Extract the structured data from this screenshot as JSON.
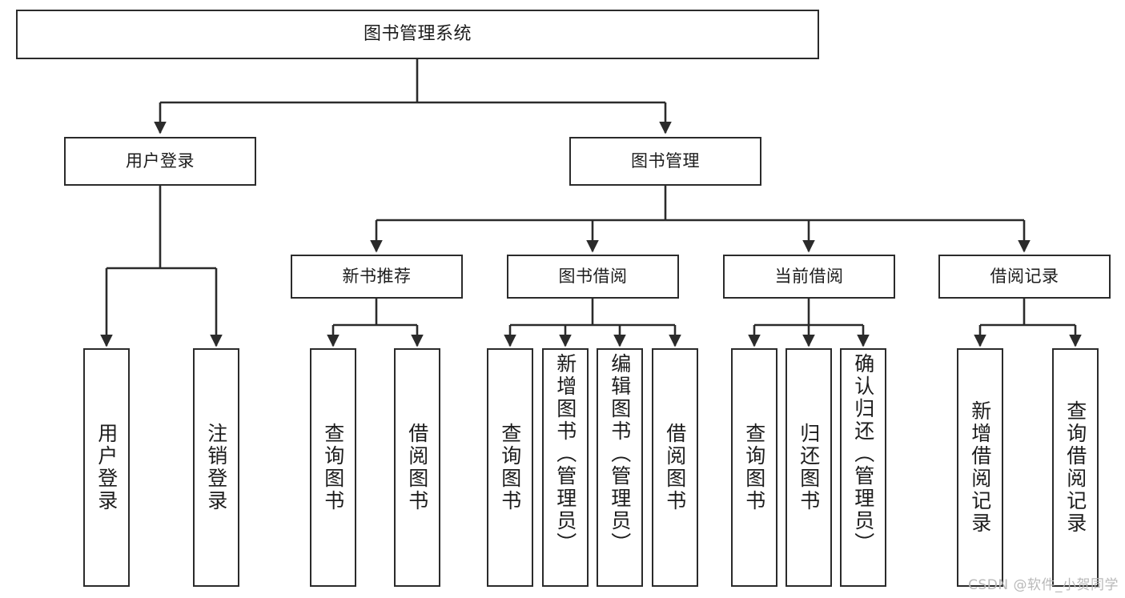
{
  "diagram": {
    "title": "图书管理系统",
    "background_color": "#ffffff",
    "line_color": "#2b2b2b",
    "text_color": "#1c1c1c",
    "watermark": "CSDN @软件_小贺同学",
    "tiers": {
      "root": {
        "label": "图书管理系统"
      },
      "level1": [
        {
          "label": "用户登录"
        },
        {
          "label": "图书管理"
        }
      ],
      "level2": [
        {
          "label": "新书推荐"
        },
        {
          "label": "图书借阅"
        },
        {
          "label": "当前借阅"
        },
        {
          "label": "借阅记录"
        }
      ],
      "leaves": {
        "user_login": [
          {
            "label": "用户登录"
          },
          {
            "label": "注销登录"
          }
        ],
        "new_book_recommend": [
          {
            "label": "查询图书"
          },
          {
            "label": "借阅图书"
          }
        ],
        "book_borrow": [
          {
            "label": "查询图书"
          },
          {
            "label": "新增图书（管理员）"
          },
          {
            "label": "编辑图书（管理员）"
          },
          {
            "label": "借阅图书"
          }
        ],
        "current_borrow": [
          {
            "label": "查询图书"
          },
          {
            "label": "归还图书"
          },
          {
            "label": "确认归还（管理员）"
          }
        ],
        "borrow_record": [
          {
            "label": "新增借阅记录"
          },
          {
            "label": "查询借阅记录"
          }
        ]
      }
    }
  }
}
